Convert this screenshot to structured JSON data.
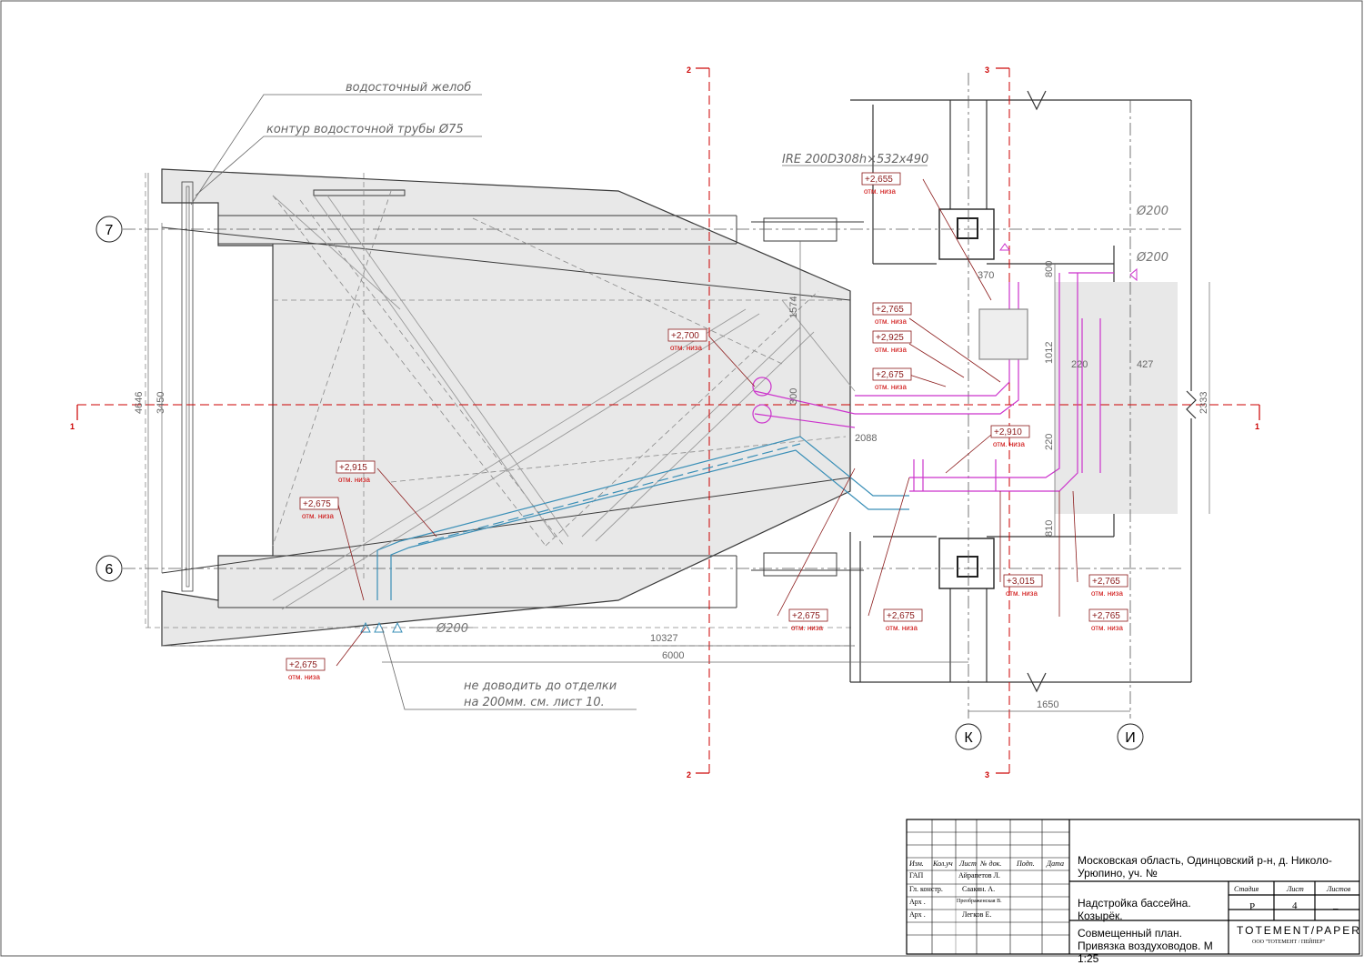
{
  "drawing": {
    "labels": {
      "gutter": "водосточный желоб",
      "downpipe": "контур водосточной трубы Ø75",
      "ire": "IRE 200D308h×532x490",
      "note_line1": "не доводить до отделки",
      "note_line2": "на 200мм. см. лист 10.",
      "dia_200_a": "Ø200",
      "dia_200_b": "Ø200",
      "dia_200_c": "Ø200"
    },
    "axes": {
      "row_7": "7",
      "row_6": "6",
      "col_k": "К",
      "col_i": "И"
    },
    "sections": {
      "s1_left": "1",
      "s1_right": "1",
      "s2_top": "2",
      "s2_bottom": "2",
      "s3_top": "3",
      "s3_bottom": "3"
    },
    "dimensions": {
      "d4646": "4646",
      "d3450": "3450",
      "d1574": "1574",
      "d300": "300",
      "d2088": "2088",
      "d10327": "10327",
      "d6000": "6000",
      "d1650": "1650",
      "d370": "370",
      "d800": "800",
      "d1012": "1012",
      "d220a": "220",
      "d427": "427",
      "d220b": "220",
      "d810": "810",
      "d2333": "2333"
    },
    "elevations": [
      {
        "value": "+2,655",
        "sub": "отм. низа"
      },
      {
        "value": "+2,765",
        "sub": "отм. низа"
      },
      {
        "value": "+2,925",
        "sub": "отм. низа"
      },
      {
        "value": "+2,675",
        "sub": "отм. низа"
      },
      {
        "value": "+2,700",
        "sub": "отм. низа"
      },
      {
        "value": "+2,910",
        "sub": "отм. низа"
      },
      {
        "value": "+2,915",
        "sub": "отм. низа"
      },
      {
        "value": "+2,675",
        "sub": "отм. низа"
      },
      {
        "value": "+2,675",
        "sub": "отм. низа"
      },
      {
        "value": "+2,675",
        "sub": "отм. низа"
      },
      {
        "value": "+2,675",
        "sub": "отм. низа"
      },
      {
        "value": "+3,015",
        "sub": "отм. низа"
      },
      {
        "value": "+2,765",
        "sub": "отм. низа"
      },
      {
        "value": "+2,765",
        "sub": "отм. низа"
      }
    ],
    "colors": {
      "line": "#3a3a3a",
      "section": "#cc0000",
      "leader": "#8b1a1a",
      "duct_magenta": "#cc33cc",
      "duct_blue": "#3a8fb7",
      "fill": "#e8e8e8"
    }
  },
  "title_block": {
    "headers": {
      "izm": "Изм.",
      "kol": "Кол.уч",
      "list": "Лист",
      "ndok": "№ док.",
      "podp": "Подп.",
      "data": "Дата"
    },
    "rows": [
      {
        "role": "ГАП",
        "name": "Айрапетов Л."
      },
      {
        "role": "Гл. констр.",
        "name": "Саакян. А."
      },
      {
        "role": "Арх .",
        "name": "Преображенская В."
      },
      {
        "role": "Арх .",
        "name": "Легков Е."
      }
    ],
    "address": "Московская область, Одинцовский р-н, д. Николо- Урюпино, уч. №",
    "project": "Надстройка бассейна. Козырёк.",
    "sheet_title": "Совмещенный план. Привязка воздуховодов. М 1:25",
    "stage_label": "Стадия",
    "sheet_label": "Лист",
    "sheets_label": "Листов",
    "stage": "Р",
    "sheet": "4",
    "sheets": "_",
    "company_logo": "TOTEMENT/PAPER",
    "company_name": "ООО \"ТОТЕМЕНТ / ПЕЙПЕР\""
  }
}
